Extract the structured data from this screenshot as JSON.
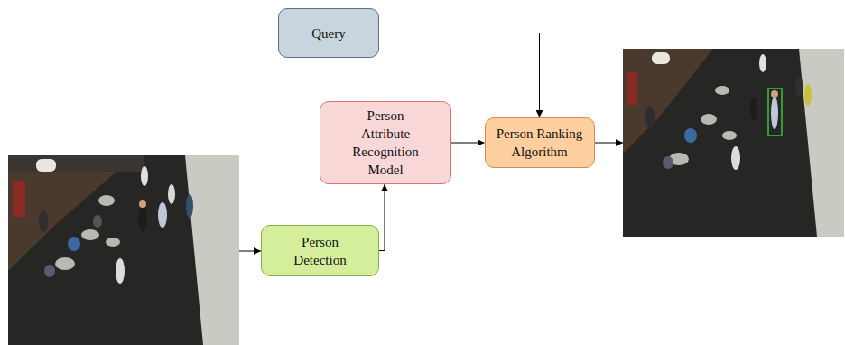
{
  "diagram": {
    "nodes": [
      {
        "text": [
          "Query"
        ]
      },
      {
        "text": [
          "Person Attribute Recognition Model"
        ]
      },
      {
        "text": [
          "Person Ranking Algorithm"
        ]
      },
      {
        "text": [
          "Person Detection"
        ]
      }
    ],
    "edges": [
      {
        "from": 3,
        "to": 1,
        "arrow": "to"
      },
      {
        "from": 1,
        "to": 2,
        "arrow": "to"
      },
      {
        "from": 0,
        "to": 2,
        "arrow": "to"
      }
    ]
  }
}
